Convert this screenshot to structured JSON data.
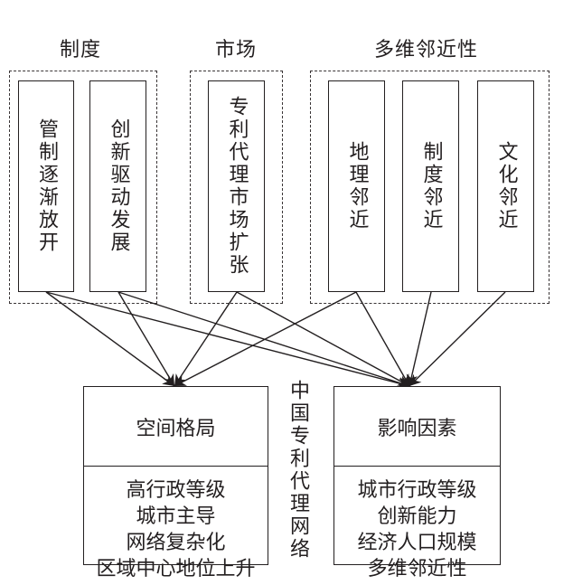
{
  "groups": [
    {
      "title": "制度",
      "factors": [
        "管制逐渐放开",
        "创新驱动发展"
      ]
    },
    {
      "title": "市场",
      "factors": [
        "专利代理市场扩张"
      ]
    },
    {
      "title": "多维邻近性",
      "factors": [
        "地理邻近",
        "制度邻近",
        "文化邻近"
      ]
    }
  ],
  "center_label": "中国专利代理网络",
  "outputs": [
    {
      "title": "空间格局",
      "items": [
        "高行政等级",
        "城市主导",
        "网络复杂化",
        "区域中心地位上升"
      ]
    },
    {
      "title": "影响因素",
      "items": [
        "城市行政等级",
        "创新能力",
        "经济人口规模",
        "多维邻近性"
      ]
    }
  ],
  "links": [
    {
      "from": "管制逐渐放开",
      "to": "空间格局"
    },
    {
      "from": "管制逐渐放开",
      "to": "影响因素"
    },
    {
      "from": "创新驱动发展",
      "to": "空间格局"
    },
    {
      "from": "创新驱动发展",
      "to": "影响因素"
    },
    {
      "from": "专利代理市场扩张",
      "to": "空间格局"
    },
    {
      "from": "专利代理市场扩张",
      "to": "影响因素"
    },
    {
      "from": "地理邻近",
      "to": "空间格局"
    },
    {
      "from": "地理邻近",
      "to": "影响因素"
    },
    {
      "from": "制度邻近",
      "to": "影响因素"
    },
    {
      "from": "文化邻近",
      "to": "影响因素"
    }
  ],
  "colors": {
    "line": "#231f20",
    "background": "#ffffff"
  }
}
